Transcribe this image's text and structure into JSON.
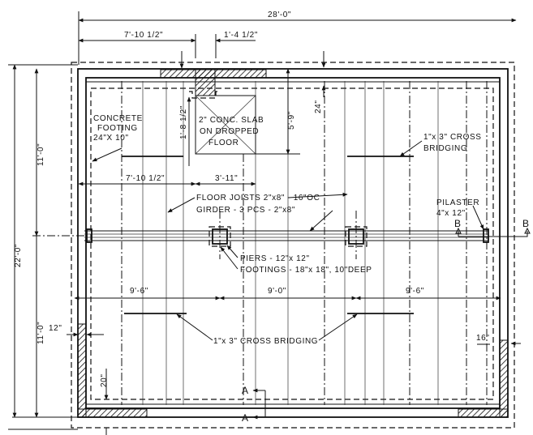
{
  "title": "Foundation Plan",
  "dimensions": {
    "overall_width": "28'-0\"",
    "overall_depth": "22'-0\"",
    "half_depth_upper": "11'-0\"",
    "half_depth_lower": "11'-0\"",
    "top_offset": "7'-10 1/2\"",
    "chimney_width": "1'-4 1/2\"",
    "slab_depth_a": "1'-8 1/2\"",
    "slab_depth_b": "5'-9\"",
    "footing_offset": "24\"",
    "slab_offset": "7'-10 1/2\"",
    "slab_width": "3'-11\"",
    "span_left": "9'-6\"",
    "span_middle": "9'-0\"",
    "span_right": "9'-6\"",
    "wall_left": "12\"",
    "wall_right": "16\"",
    "footing_bottom": "20\""
  },
  "labels": {
    "concrete_footing": [
      "CONCRETE",
      "FOOTING",
      "24\"X 10\""
    ],
    "slab": [
      "2\" CONC. SLAB",
      "ON DROPPED",
      "FLOOR"
    ],
    "bridging_top": [
      "1\"x 3\" CROSS",
      "BRIDGING"
    ],
    "floor_joists": "FLOOR JOISTS 2\"x8\" - 16\"OC",
    "girder": "GIRDER - 3 PCS - 2\"x8\"",
    "pilaster": [
      "PILASTER",
      "4\"x 12\""
    ],
    "piers": "PIERS - 12\"x 12\"",
    "footings": "FOOTINGS - 18\"x 18\", 10\"DEEP",
    "bridging_bottom": "1\"x 3\" CROSS BRIDGING",
    "section_b": "B",
    "section_a": "A"
  }
}
